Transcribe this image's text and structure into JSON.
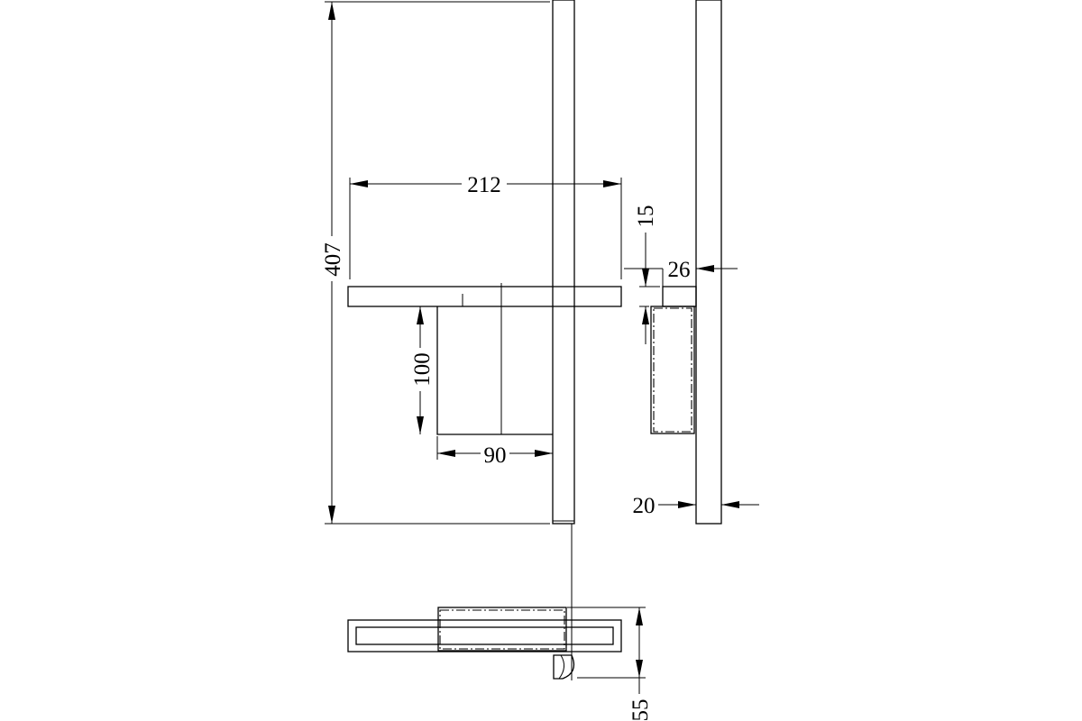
{
  "dimensions": {
    "total_height": "407",
    "arm_length": "212",
    "arm_thickness": "15",
    "side_offset": "26",
    "shade_height": "100",
    "shade_offset": "90",
    "bar_depth": "20",
    "top_view_depth": "55"
  }
}
